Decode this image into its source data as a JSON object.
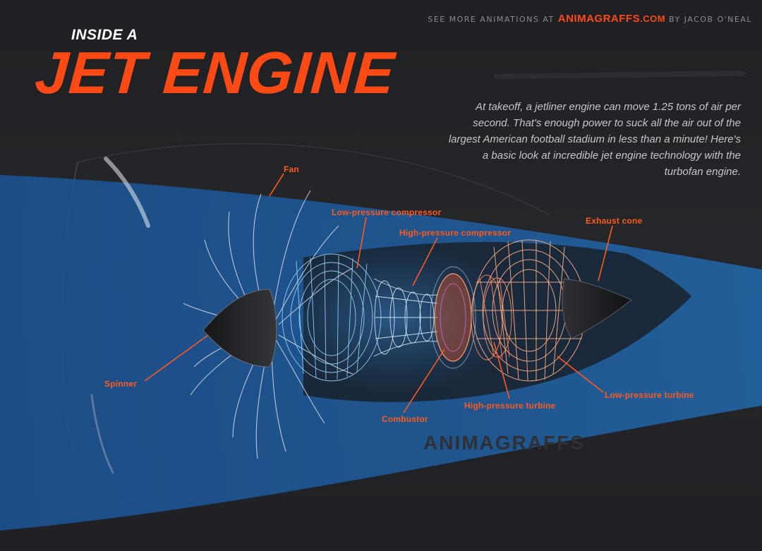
{
  "credit": {
    "prefix": "SEE MORE ANIMATIONS AT",
    "brand": "ANIMAGRAFFS",
    "brand_suffix": ".COM",
    "suffix": "BY JACOB O'NEAL"
  },
  "title": {
    "kicker": "INSIDE A",
    "main": "JET ENGINE"
  },
  "intro": "At takeoff, a jetliner engine can move 1.25 tons of air per second. That's enough power to suck all the air out of the largest American football stadium in less than a minute! Here's a basic look at incredible jet engine technology with the turbofan engine.",
  "labels": {
    "fan": "Fan",
    "low_pressure_compressor": "Low-pressure compressor",
    "high_pressure_compressor": "High-pressure compressor",
    "exhaust_cone": "Exhaust cone",
    "spinner": "Spinner",
    "combustor": "Combustor",
    "high_pressure_turbine": "High-pressure turbine",
    "low_pressure_turbine": "Low-pressure turbine"
  },
  "watermark": "ANIMAGRAFFS",
  "colors": {
    "accent": "#ff4a16",
    "airflow_blue": "#1f5a99",
    "background": "#232427",
    "wireframe_blue": "#9fd8ff",
    "wireframe_white": "#e8e8e8",
    "turbine_orange": "#ff7a4a"
  }
}
